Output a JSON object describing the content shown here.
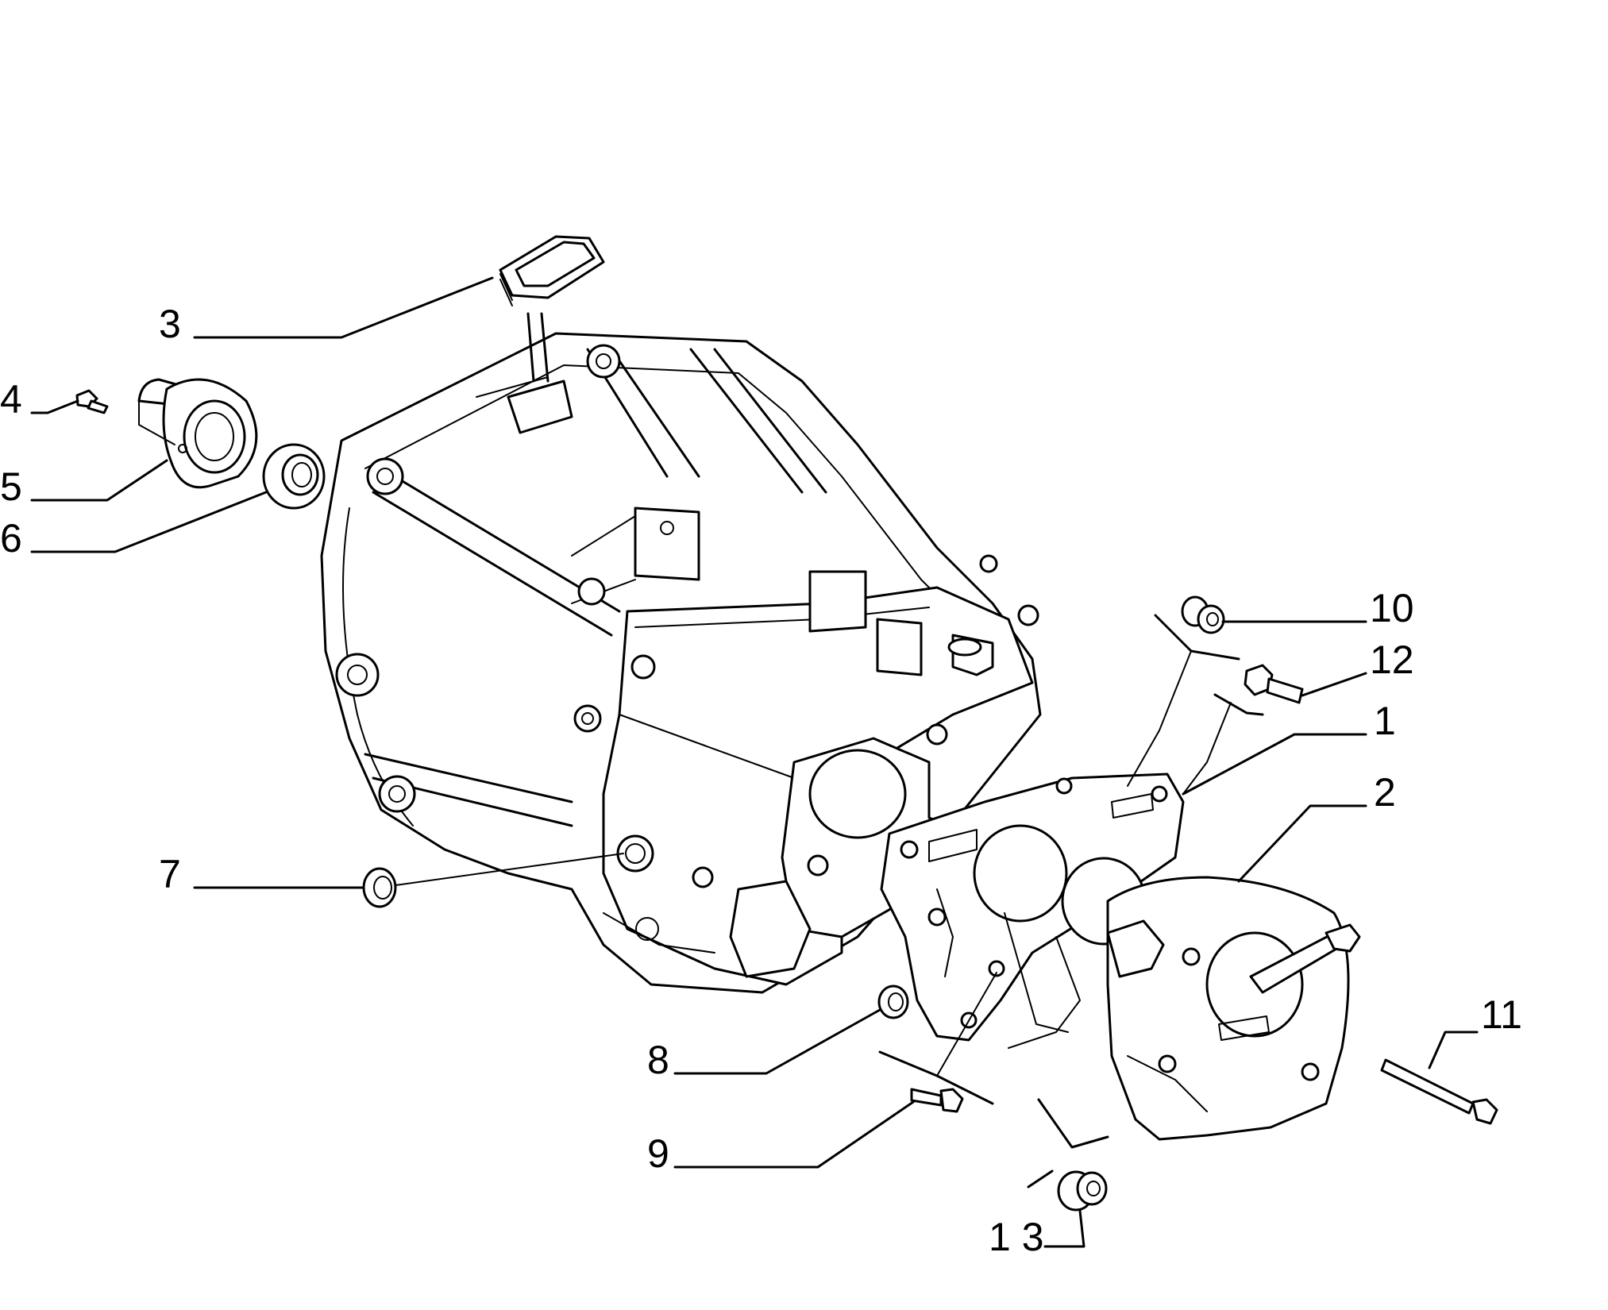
{
  "callouts": {
    "c1": "1",
    "c2": "2",
    "c3": "3",
    "c4": "4",
    "c5": "5",
    "c6": "6",
    "c7": "7",
    "c8": "8",
    "c9": "9",
    "c10": "10",
    "c11": "11",
    "c12": "12",
    "c13": "1 3"
  }
}
